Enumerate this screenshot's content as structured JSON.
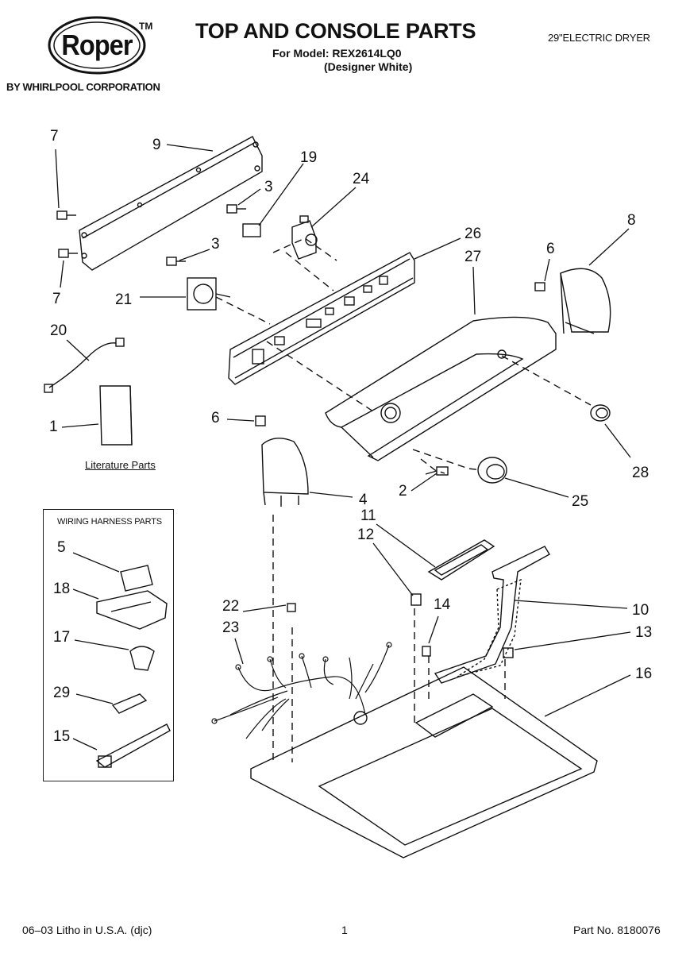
{
  "header": {
    "brand": "Roper",
    "trademark": "TM",
    "byline": "BY WHIRLPOOL CORPORATION",
    "title": "TOP AND CONSOLE PARTS",
    "model_line": "For Model: REX2614LQ0",
    "finish_line": "(Designer White)",
    "product": "29\"ELECTRIC DRYER"
  },
  "labels": {
    "literature": "Literature Parts",
    "harness_box": "WIRING HARNESS PARTS"
  },
  "callouts": [
    "7",
    "9",
    "19",
    "24",
    "3",
    "26",
    "27",
    "8",
    "6",
    "7",
    "3",
    "21",
    "20",
    "1",
    "6",
    "4",
    "2",
    "28",
    "25",
    "11",
    "12",
    "10",
    "13",
    "14",
    "16",
    "22",
    "23",
    "5",
    "18",
    "17",
    "29",
    "15"
  ],
  "footer": {
    "litho": "06–03 Litho in U.S.A. (djc)",
    "page": "1",
    "part_no": "Part No. 8180076"
  }
}
